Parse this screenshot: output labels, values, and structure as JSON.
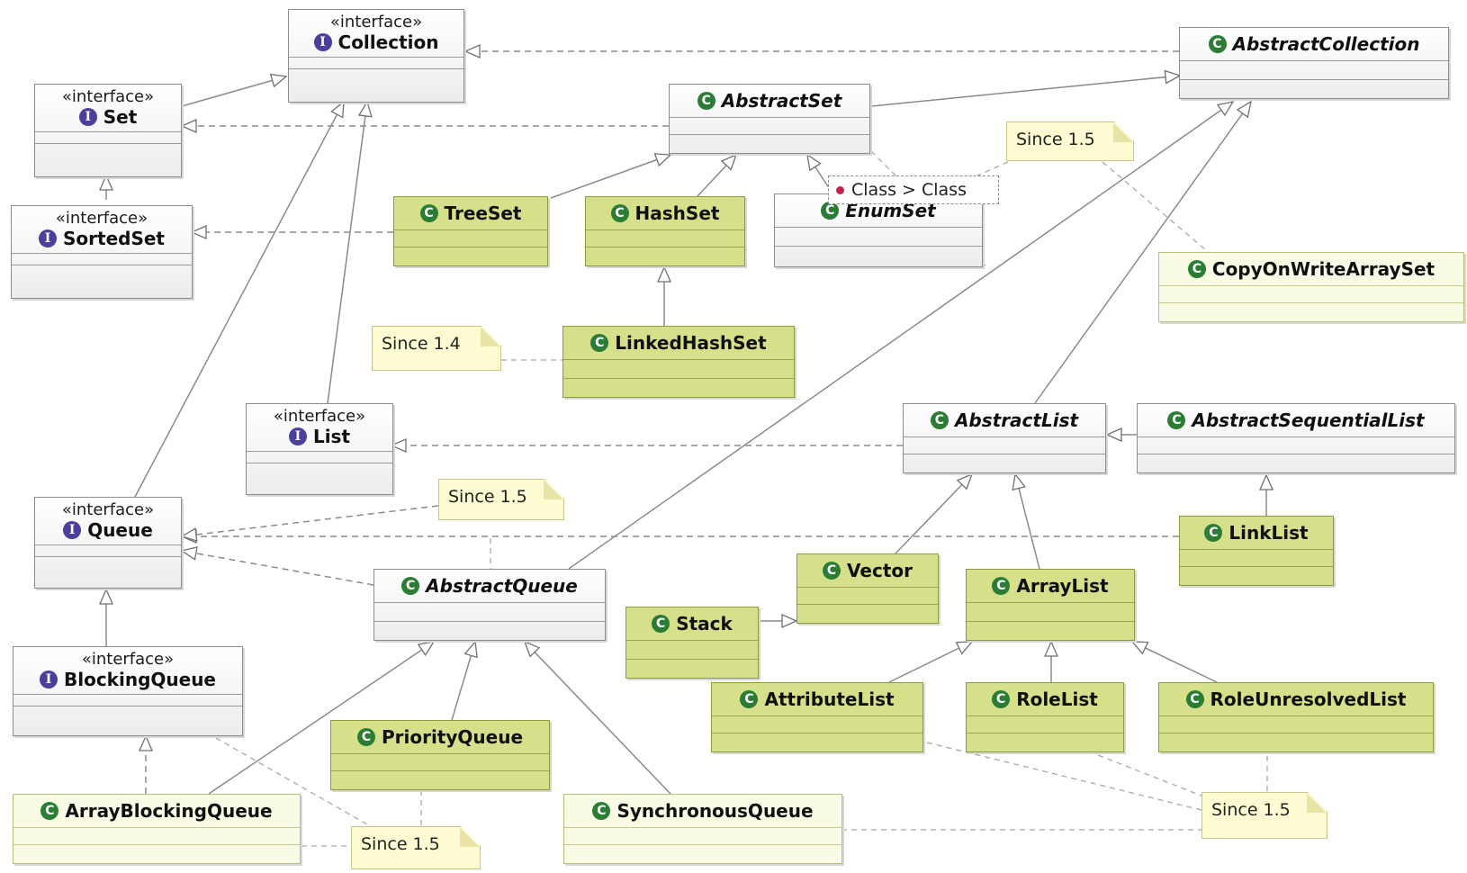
{
  "stereotype": "«interface»",
  "nodes": {
    "collection": {
      "name": "Collection"
    },
    "set": {
      "name": "Set"
    },
    "sortedset": {
      "name": "SortedSet"
    },
    "list": {
      "name": "List"
    },
    "queue": {
      "name": "Queue"
    },
    "blockingqueue": {
      "name": "BlockingQueue"
    },
    "abstractcollection": {
      "name": "AbstractCollection"
    },
    "abstractset": {
      "name": "AbstractSet"
    },
    "treeset": {
      "name": "TreeSet"
    },
    "hashset": {
      "name": "HashSet"
    },
    "enumset": {
      "name": "EnumSet"
    },
    "copyonwritearrayset": {
      "name": "CopyOnWriteArraySet"
    },
    "linkedhashset": {
      "name": "LinkedHashSet"
    },
    "abstractlist": {
      "name": "AbstractList"
    },
    "abstractsequentiallist": {
      "name": "AbstractSequentialList"
    },
    "linklist": {
      "name": "LinkList"
    },
    "vector": {
      "name": "Vector"
    },
    "stack": {
      "name": "Stack"
    },
    "arraylist": {
      "name": "ArrayList"
    },
    "attributelist": {
      "name": "AttributeList"
    },
    "rolelist": {
      "name": "RoleList"
    },
    "roleunresolvedlist": {
      "name": "RoleUnresolvedList"
    },
    "abstractqueue": {
      "name": "AbstractQueue"
    },
    "priorityqueue": {
      "name": "PriorityQueue"
    },
    "arrayblockingqueue": {
      "name": "ArrayBlockingQueue"
    },
    "synchronousqueue": {
      "name": "SynchronousQueue"
    }
  },
  "notes": {
    "note1": "Since 1.5",
    "note2": "Since 1.4",
    "note3": "Since 1.5",
    "note4": "Since 1.5",
    "note5": "Since 1.5"
  },
  "template_param": "Class > Class",
  "colors": {
    "concrete_fill": "#d6df8a",
    "since15_fill": "#fafbe4",
    "abstract_fill": "#ececec",
    "class_icon": "#2b7d35",
    "interface_icon": "#4b3f9c"
  },
  "icons": {
    "class": "class-icon",
    "interface": "interface-icon"
  }
}
